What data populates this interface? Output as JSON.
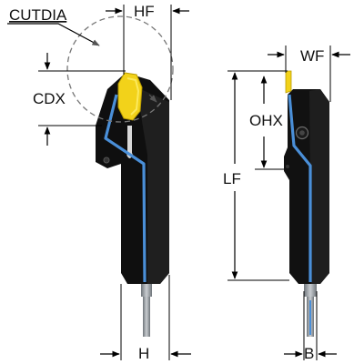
{
  "labels": {
    "cutdia": "CUTDIA",
    "hf": "HF",
    "cdx": "CDX",
    "wf": "WF",
    "ohx": "OHX",
    "lf": "LF",
    "h": "H",
    "b": "B"
  },
  "colors": {
    "body": "#0d0d0d",
    "body_shade": "#262626",
    "insert": "#f2d21a",
    "coolant": "#4a8fd8",
    "shank": "#9aa0a6",
    "dim_line": "#000000",
    "circle": "#777777"
  }
}
